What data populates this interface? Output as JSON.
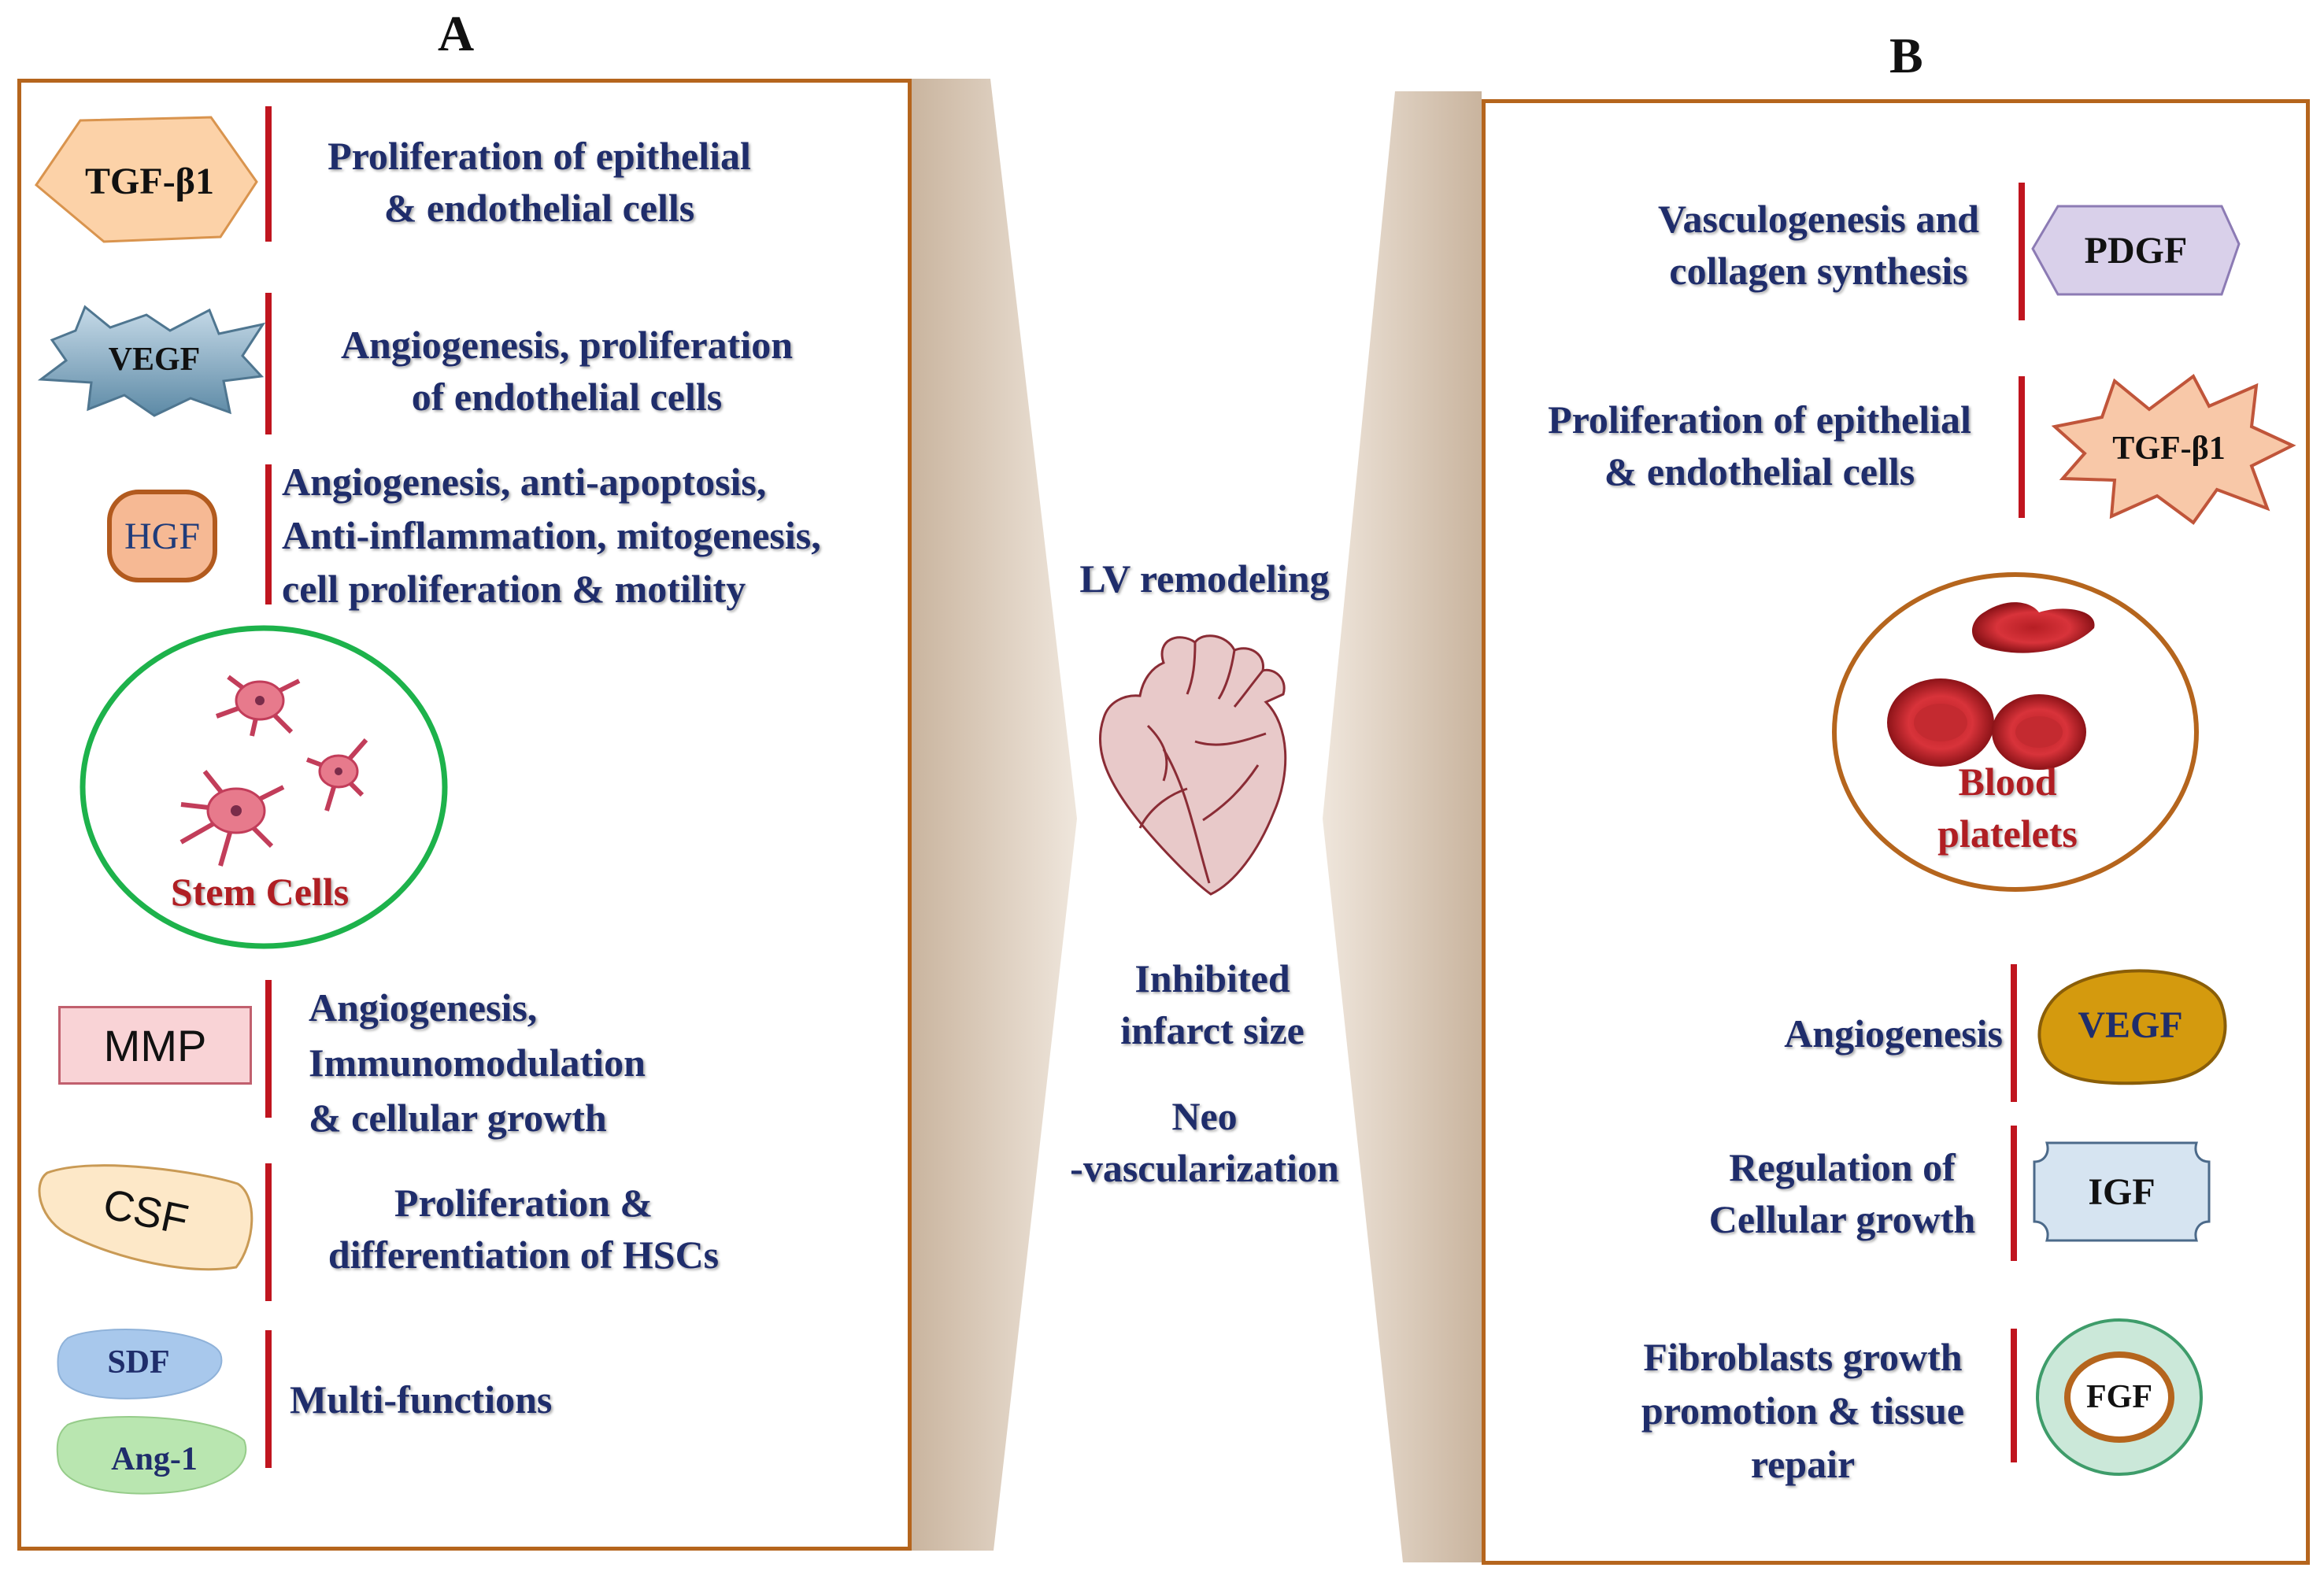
{
  "panels": {
    "a": {
      "letter": "A",
      "items": [
        {
          "badge": "TGF-β1",
          "text": [
            "Proliferation of epithelial",
            "& endothelial cells"
          ]
        },
        {
          "badge": "VEGF",
          "text": [
            "Angiogenesis, proliferation",
            "of endothelial cells"
          ]
        },
        {
          "badge": "HGF",
          "text": [
            "Angiogenesis, anti-apoptosis,",
            "Anti-inflammation, mitogenesis,",
            "cell proliferation & motility"
          ]
        },
        {
          "badge": "MMP",
          "text": [
            "Angiogenesis,",
            "Immunomodulation",
            "& cellular growth"
          ]
        },
        {
          "badge": "CSF",
          "text": [
            "Proliferation &",
            "differentiation of HSCs"
          ]
        },
        {
          "badge": "SDF",
          "badge2": "Ang-1",
          "text": [
            "Multi-functions"
          ]
        }
      ],
      "stem_cells_label": "Stem Cells"
    },
    "b": {
      "letter": "B",
      "items": [
        {
          "badge": "PDGF",
          "text": [
            "Vasculogenesis and",
            "collagen synthesis"
          ]
        },
        {
          "badge": "TGF-β1",
          "text": [
            "Proliferation of epithelial",
            "& endothelial cells"
          ]
        },
        {
          "badge": "VEGF",
          "text": [
            "Angiogenesis"
          ]
        },
        {
          "badge": "IGF",
          "text": [
            "Regulation of",
            "Cellular growth"
          ]
        },
        {
          "badge": "FGF",
          "text": [
            "Fibroblasts growth",
            "promotion &  tissue",
            "repair"
          ]
        }
      ],
      "platelets_label": [
        "Blood",
        "platelets"
      ]
    }
  },
  "center": {
    "lv": "LV  remodeling",
    "inhibited": [
      "Inhibited",
      "infarct size"
    ],
    "neo": [
      "Neo",
      "-vascularization"
    ]
  },
  "colors": {
    "border": "#b5651d",
    "bar": "#c0151f",
    "text": "#1f2d6b",
    "red_label": "#b01e23",
    "stem_circle": "#1db24b"
  }
}
